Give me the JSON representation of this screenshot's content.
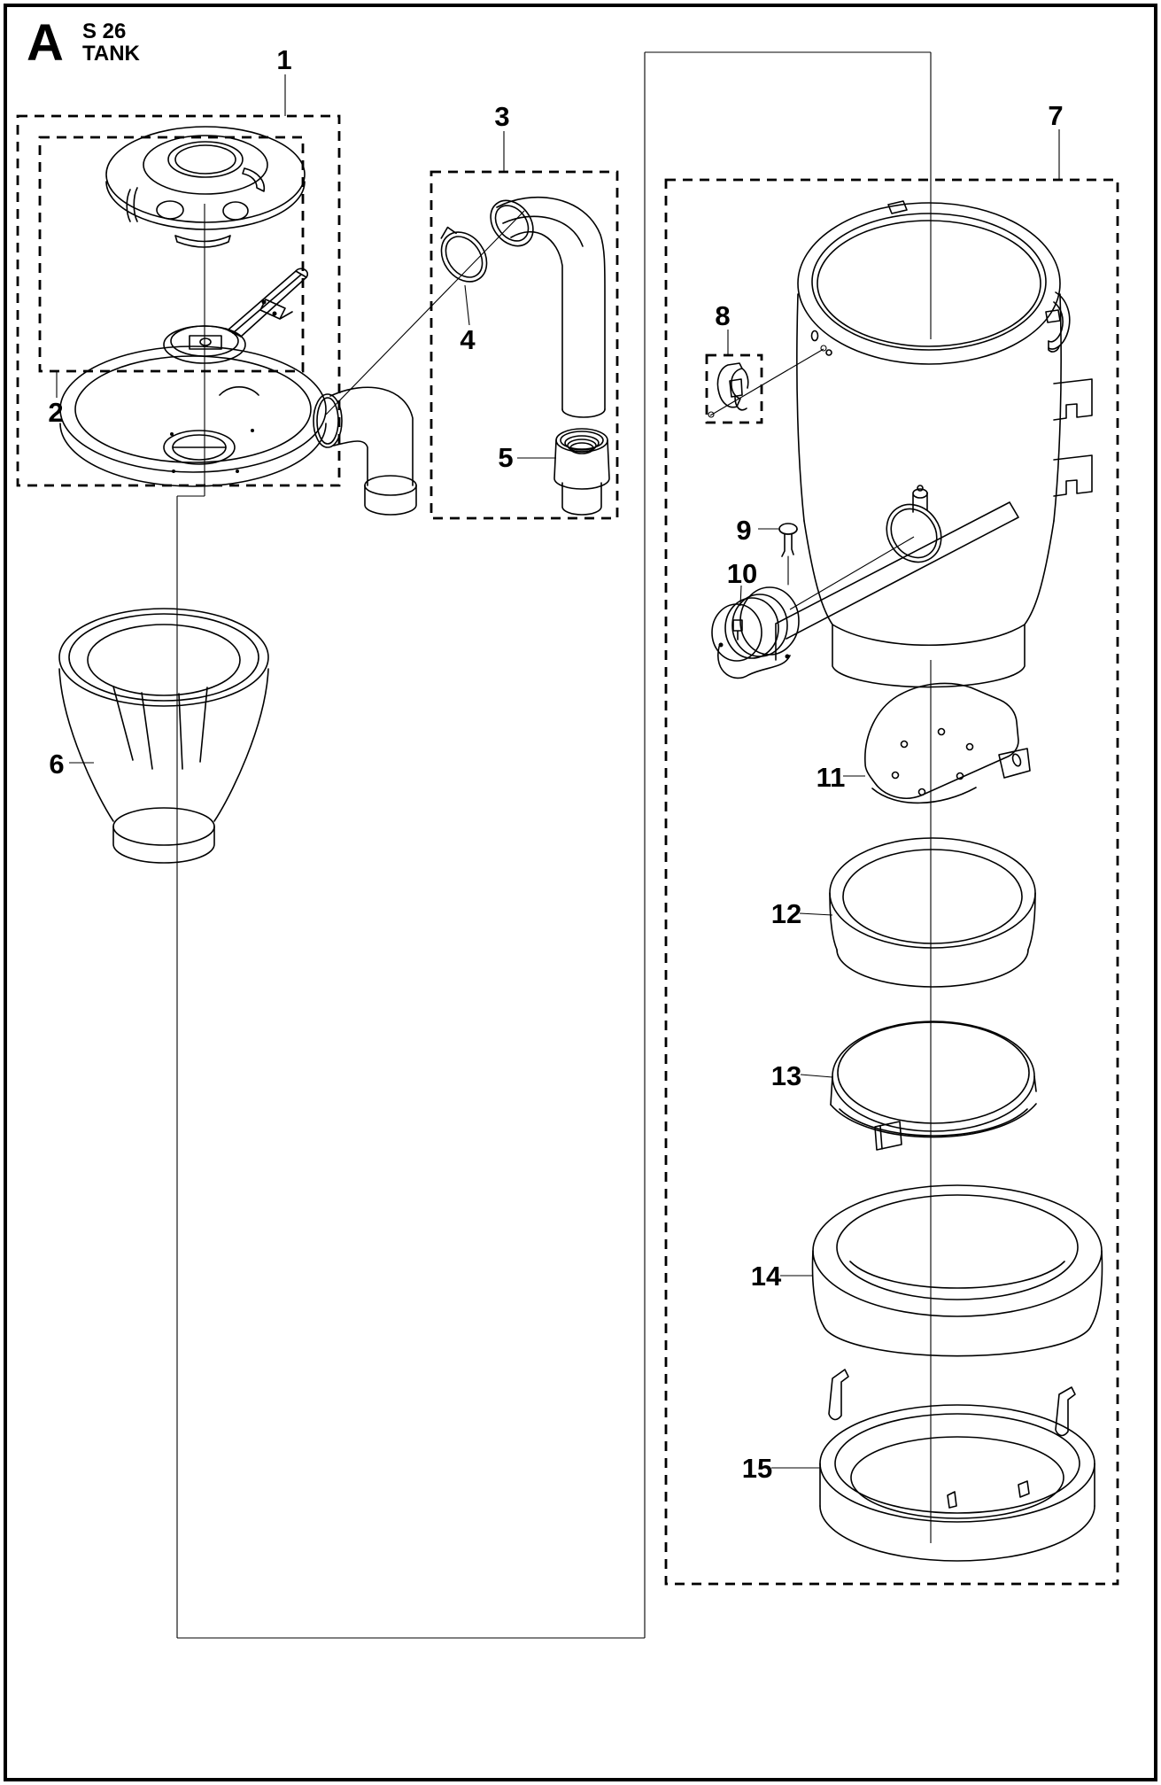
{
  "page": {
    "background": "#ffffff",
    "line_color": "#000000"
  },
  "header": {
    "section_letter": "A",
    "model": "S 26",
    "title": "TANK"
  },
  "callouts": [
    {
      "number": "1"
    },
    {
      "number": "2"
    },
    {
      "number": "3"
    },
    {
      "number": "4"
    },
    {
      "number": "5"
    },
    {
      "number": "6"
    },
    {
      "number": "7"
    },
    {
      "number": "8"
    },
    {
      "number": "9"
    },
    {
      "number": "10"
    },
    {
      "number": "11"
    },
    {
      "number": "12"
    },
    {
      "number": "13"
    },
    {
      "number": "14"
    },
    {
      "number": "15"
    }
  ]
}
